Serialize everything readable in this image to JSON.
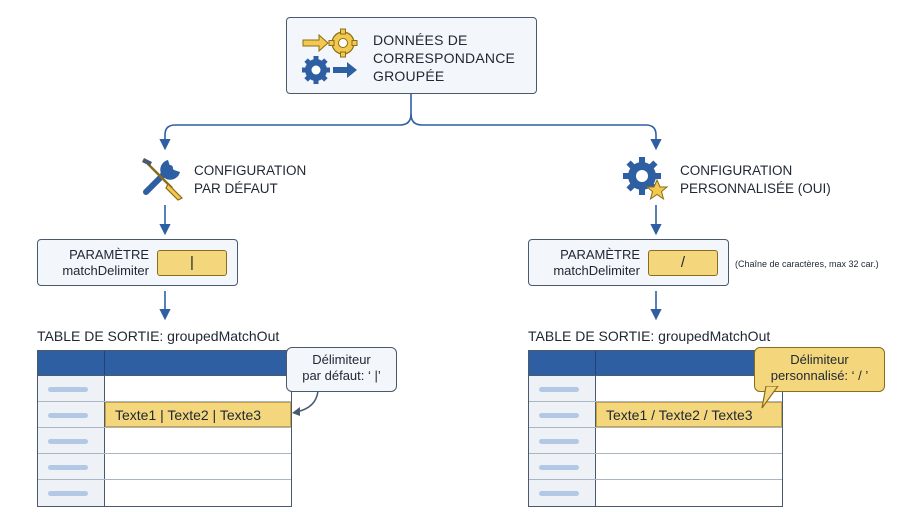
{
  "top": {
    "line1": "DONNÉES DE",
    "line2": "CORRESPONDANCE",
    "line3": "GROUPÉE",
    "icon": "gear-arrows-icon"
  },
  "left": {
    "config_line1": "CONFIGURATION",
    "config_line2": "PAR DÉFAUT",
    "config_icon": "wrench-screwdriver-icon",
    "param_line1": "PARAMÈTRE",
    "param_line2": "matchDelimiter",
    "param_value": "|",
    "table_title": "TABLE DE SORTIE: groupedMatchOut",
    "cell_value": "Texte1 | Texte2 | Texte3",
    "callout_line1": "Délimiteur",
    "callout_line2": "par défaut: ‘ |’"
  },
  "right": {
    "config_line1": "CONFIGURATION",
    "config_line2": "PERSONNALISÉE (OUI)",
    "config_icon": "gear-star-icon",
    "param_line1": "PARAMÈTRE",
    "param_line2": "matchDelimiter",
    "param_value": "/",
    "param_note": "(Chaîne de caractères, max 32 car.)",
    "table_title": "TABLE DE SORTIE: groupedMatchOut",
    "cell_value": "Texte1 / Texte2 / Texte3",
    "callout_line1": "Délimiteur",
    "callout_line2": "personnalisé: ‘ / ’"
  },
  "colors": {
    "accent_blue": "#2f5fa3",
    "highlight_yellow": "#f4d77c",
    "border": "#4a5a6e"
  }
}
